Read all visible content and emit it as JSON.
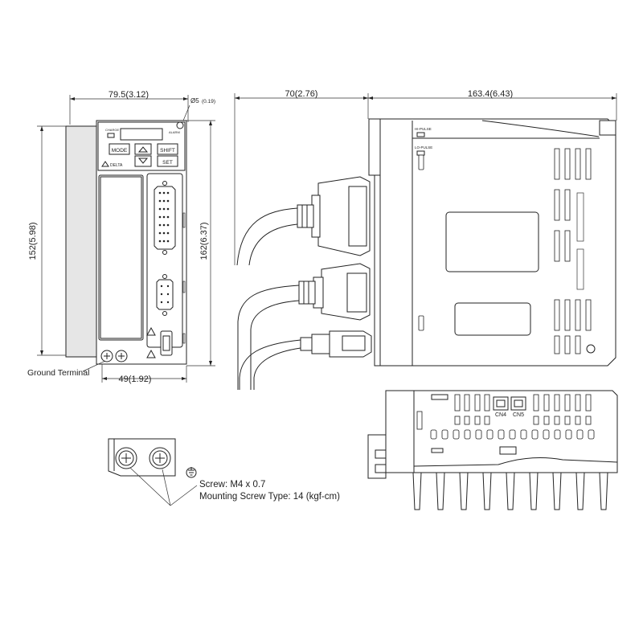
{
  "dimensions": {
    "front_width": "79.5(3.12)",
    "hole_dia": "Ø5",
    "hole_dia_in": "(0.19)",
    "front_height_left": "152(5.98)",
    "front_height_right": "162(6.37)",
    "bottom_width": "49(1.92)",
    "cable_depth": "70(2.76)",
    "body_depth": "163.4(6.43)"
  },
  "labels": {
    "ground_terminal": "Ground Terminal",
    "screw": "Screw: M4 x 0.7",
    "mounting_torque": "Mounting Screw Type: 14 (kgf-cm)"
  },
  "panel": {
    "mode_key": "MODE",
    "shift_key": "SHIFT",
    "set_key": "SET",
    "brand": "DELTA",
    "charge": "CHARGE",
    "alarm": "ALARM"
  },
  "side": {
    "hi_pulse": "HI-PULSE",
    "lo_pulse": "LO-PULSE"
  },
  "bottom": {
    "cn4": "CN4",
    "cn5": "CN5"
  }
}
